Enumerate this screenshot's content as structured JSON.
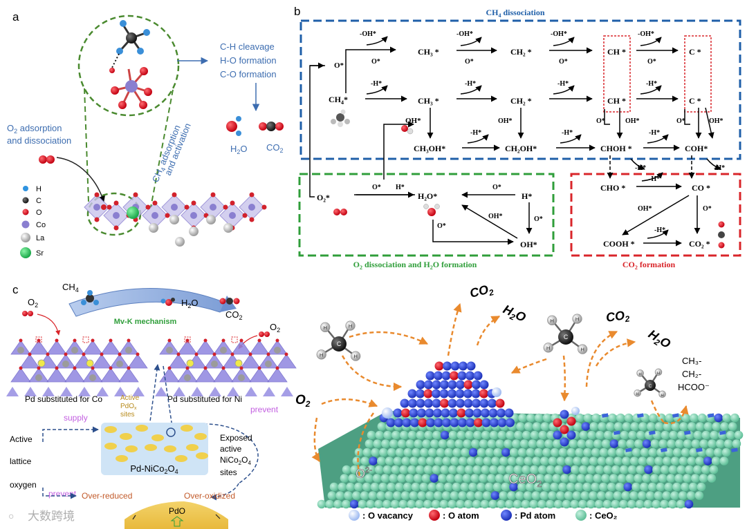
{
  "panel_a": {
    "label": "a",
    "o2_text_1": "O",
    "o2_sub": "2",
    "o2_text_2": " adsorption",
    "o2_text_3": "and dissociation",
    "steps": [
      "C-H cleavage",
      "H-O formation",
      "C-O formation"
    ],
    "activation_1": "CH",
    "activation_sub": "4",
    "activation_2": " adsorption",
    "activation_3": "and activation",
    "h2o_main": "H",
    "h2o_sub": "2",
    "h2o_end": "O",
    "co2_main": "CO",
    "co2_sub": "2",
    "legend": [
      "H",
      "C",
      "O",
      "Co",
      "La",
      "Sr"
    ]
  },
  "panel_b": {
    "label": "b",
    "ch4_title_1": "CH",
    "ch4_title_sub": "4",
    "ch4_title_2": " dissociation",
    "o2_title_1": "O",
    "o2_title_sub": "2",
    "o2_title_2": " dissociation and H",
    "o2_title_sub2": "2",
    "o2_title_3": "O formation",
    "co2_title_1": "CO",
    "co2_title_sub": "2",
    "co2_title_2": " formation",
    "species": {
      "ch4": "CH",
      "ch4_sub": "4",
      "ch4_end": "*",
      "ch3_top": "CH₃ *",
      "ch2_top": "CH₂ *",
      "ch_top": "CH *",
      "c_top": "C *",
      "ch3_mid": "CH₃ *",
      "ch2_mid": "CH₂ *",
      "ch_mid": "CH *",
      "c_mid": "C *",
      "ch3oh": "CH₃OH*",
      "ch2oh": "CH₂OH*",
      "chohx": "CHOH *",
      "cohx": "COH*",
      "oh_left": "OH*",
      "o_left": "O*",
      "o2": "O₂*",
      "h2o": "H₂O*",
      "h": "H*",
      "oh_bottom": "OH*",
      "cho": "CHO *",
      "co": "CO *",
      "cooh": "COOH *",
      "co2": "CO₂ *"
    },
    "labels": {
      "oh_minus": "-OH*",
      "h_minus": "-H*",
      "o_star": "O*",
      "oh_star": "OH*",
      "h_star": "H*"
    }
  },
  "panel_c": {
    "label": "c",
    "ch4_1": "CH",
    "ch4_sub": "4",
    "o2_left_1": "O",
    "o2_left_sub": "2",
    "h2o_1": "H",
    "h2o_sub": "2",
    "h2o_2": "O",
    "co2_1": "CO",
    "co2_sub": "2",
    "o2_right_1": "O",
    "o2_right_sub": "2",
    "mvk": "Mv-K mechanism",
    "pd_co": "Pd substituted for Co",
    "pd_ni": "Pd substituted for Ni",
    "active_pdo_1": "Active",
    "active_pdo_2": "PdO",
    "active_pdo_sub": "x",
    "active_pdo_3": "sites",
    "supply": "supply",
    "prevent_right": "prevent",
    "prevent_left": "prevent",
    "active_lattice": [
      "Active",
      "lattice",
      "oxygen"
    ],
    "pdnico_1": "Pd-NiCo",
    "pdnico_sub1": "2",
    "pdnico_2": "O",
    "pdnico_sub2": "4",
    "exposed_1": "Exposed",
    "exposed_2": "active",
    "exposed_3": "NiCo",
    "exposed_sub1": "2",
    "exposed_4": "O",
    "exposed_sub2": "4",
    "exposed_5": "sites",
    "over_reduced": "Over-reduced",
    "over_oxidized": "Over-oxidized",
    "pdo": "PdO"
  },
  "panel_d": {
    "co2_1": "CO",
    "co2_sub": "2",
    "h2o_1": "H",
    "h2o_sub": "2",
    "h2o_2": "O",
    "co2_b": "CO",
    "co2_b_sub": "2",
    "h2o_b_1": "H",
    "h2o_b_sub": "2",
    "h2o_b_2": "O",
    "formate": [
      "CH₃-",
      "CH₂-",
      "HCOO⁻"
    ],
    "o2_1": "O",
    "o2_sub": "2",
    "o2minus_1": "O",
    "o2minus_sup": "2-",
    "ceo2_1": "CeO",
    "ceo2_sub": "2",
    "legend": [
      ": O vacancy",
      ": O atom",
      ": Pd atom",
      ": CeO₂"
    ],
    "methyl_h": "H"
  },
  "watermark": "大数跨境",
  "colors": {
    "blue_box": "#1f5fa8",
    "green_box": "#2f9e3a",
    "red_box": "#d9252a",
    "text_blue": "#3d6db0",
    "orange_arrow": "#e98a2e",
    "pd_atom": "#2b47d6",
    "o_atom": "#e2101f",
    "ceo2": "#7fd6b4"
  }
}
